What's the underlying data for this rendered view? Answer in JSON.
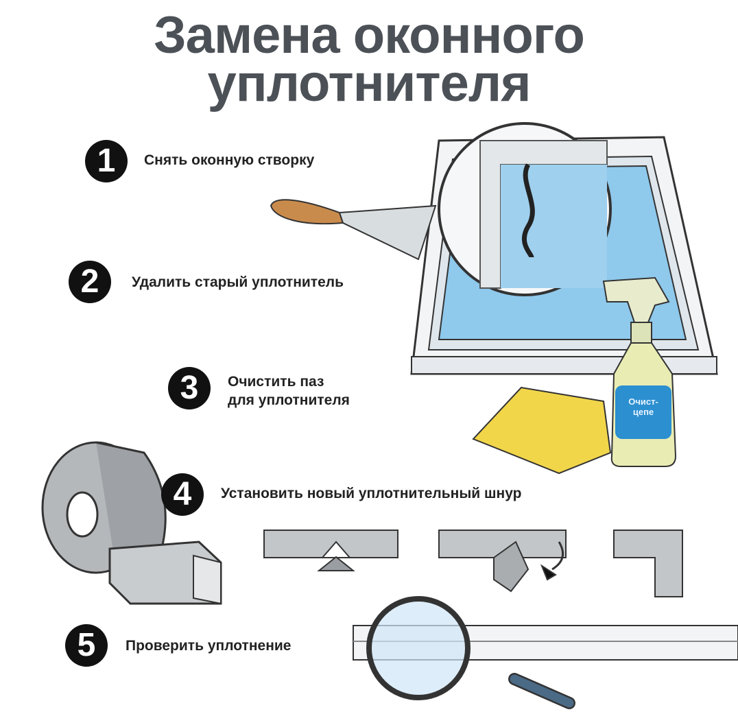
{
  "title": {
    "line1": "Замена оконного",
    "line2": "уплотнителя"
  },
  "steps": [
    {
      "number": "1",
      "text": "Снять оконную створку"
    },
    {
      "number": "2",
      "text": "Удалить старый уплотнитель"
    },
    {
      "number": "3",
      "text": "Очистить паз",
      "text2": "для уплотнителя"
    },
    {
      "number": "4",
      "text": "Установить новый уплотнительный шнур"
    },
    {
      "number": "5",
      "text": "Проверить уплотнение"
    }
  ],
  "bottle_label": {
    "line1": "Очист-",
    "line2": "цепе"
  }
}
